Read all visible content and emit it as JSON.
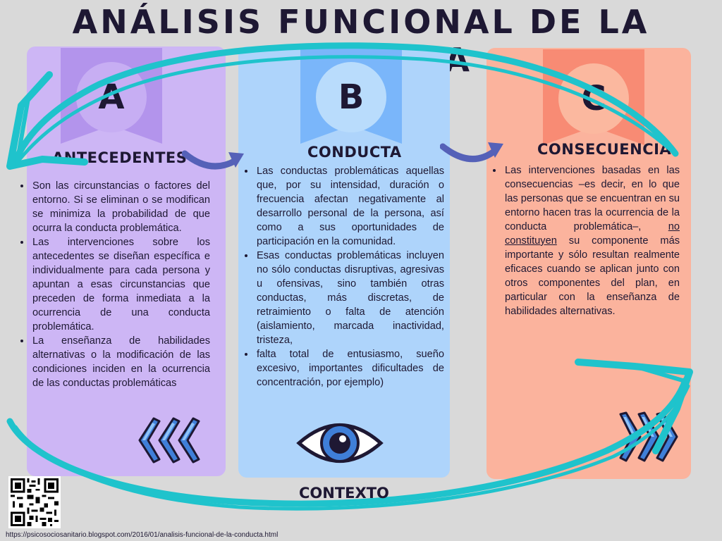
{
  "title": "Análisis funcional de la conducta",
  "colors": {
    "background": "#d9d9d9",
    "panel_a": "#cdb6f5",
    "panel_b": "#aed4fb",
    "panel_c": "#fbb39d",
    "cycle_arrow": "#1fc3cc",
    "connector_arrow": "#5561b8",
    "text": "#1e1833"
  },
  "panels": {
    "a": {
      "letter": "A",
      "heading": "Antecedentes",
      "items": [
        "Son las circunstancias o factores del entorno.  Si se eliminan o se modifican se minimiza la probabilidad de que ocurra la conducta problemática.",
        "Las intervenciones sobre los antecedentes se diseñan específica e individualmente para cada persona y apuntan a esas circunstancias que preceden de forma inmediata a la ocurrencia de una conducta problemática.",
        "La enseñanza de habilidades alternativas o la modificación de las condiciones inciden en la ocurrencia de las conductas problemáticas"
      ],
      "icon": "triple-chevron-left-icon"
    },
    "b": {
      "letter": "B",
      "heading": "Conducta",
      "items": [
        "Las conductas problemáticas aquellas que,   por su intensidad, duración o frecuencia afectan negativamente al desarrollo personal de la persona, así como a sus oportunidades de participación en la comunidad.",
        "Esas conductas problemáticas incluyen no sólo conductas disruptivas, agresivas u ofensivas, sino también otras conductas, más discretas, de retraimiento o falta de atención (aislamiento, marcada inactividad, tristeza,",
        "falta total de entusiasmo, sueño excesivo, importantes dificultades de concentración, por ejemplo)"
      ],
      "icon": "eye-icon"
    },
    "c": {
      "letter": "C",
      "heading": "Consecuencia",
      "text_before": "Las intervenciones basadas en las consecuencias –es decir, en lo que las personas que se encuentran en su entorno hacen tras la ocurrencia de la conducta problemática–, ",
      "text_underlined": "no constituyen",
      "text_after": " su componente más importante y sólo resultan realmente eficaces cuando se aplican junto con otros componentes del plan, en particular con la enseñanza de habilidades alternativas.",
      "icon": "triple-chevron-right-icon"
    }
  },
  "contexto": "Contexto",
  "source_url": "https://psicosociosanitario.blogspot.com/2016/01/analisis-funcional-de-la-conducta.html",
  "qr_icon": "qr-code-icon"
}
